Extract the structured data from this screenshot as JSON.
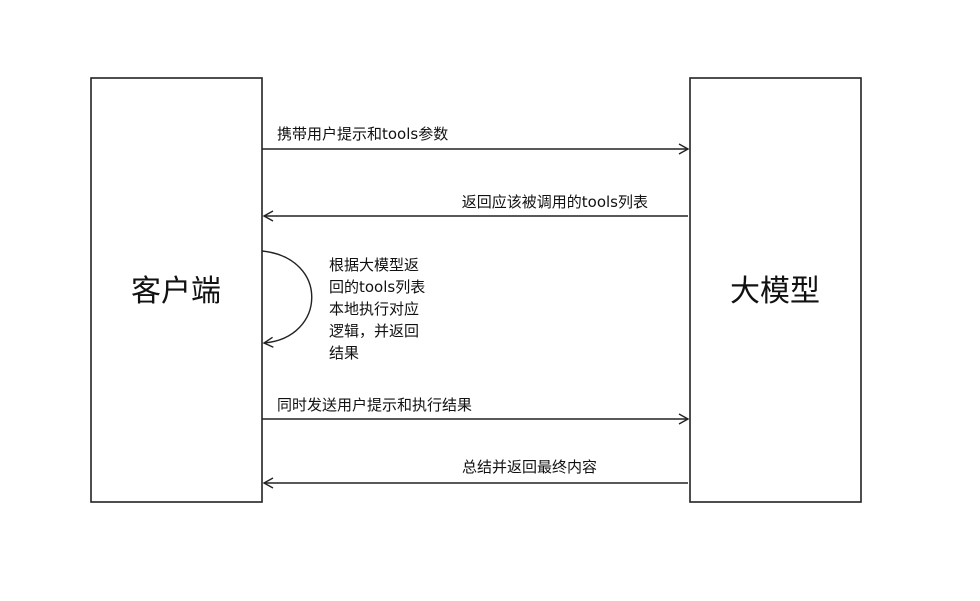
{
  "nodes": {
    "client": {
      "label": "客户端"
    },
    "model": {
      "label": "大模型"
    }
  },
  "edges": {
    "request_1": {
      "label": "携带用户提示和tools参数"
    },
    "response_1": {
      "label": "返回应该被调用的tools列表"
    },
    "request_2": {
      "label": "同时发送用户提示和执行结果"
    },
    "response_2": {
      "label": "总结并返回最终内容"
    }
  },
  "self_loop": {
    "lines": [
      "根据大模型返",
      "回的tools列表",
      "本地执行对应",
      "逻辑，并返回",
      "结果"
    ]
  },
  "colors": {
    "stroke": "#222222",
    "text": "#111111",
    "background": "#ffffff"
  }
}
